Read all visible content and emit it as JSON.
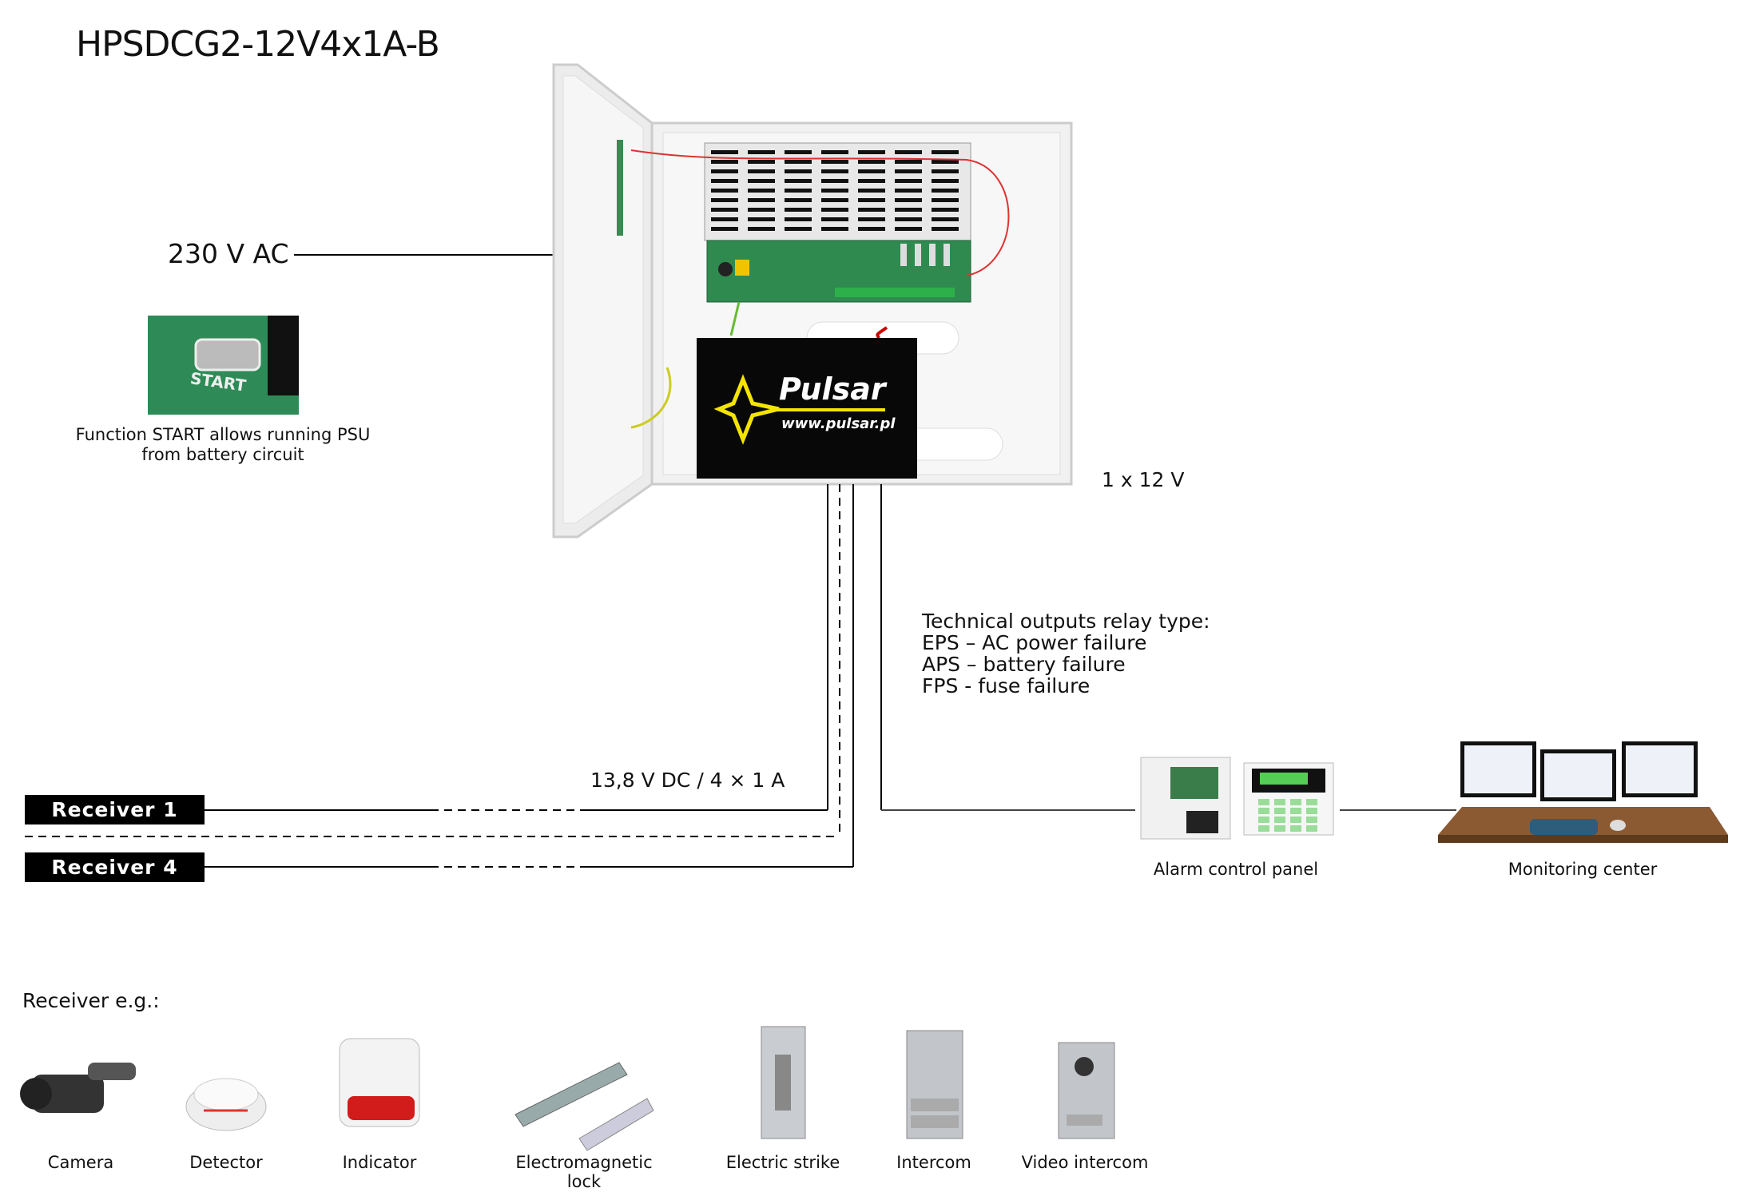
{
  "title": "HPSDCG2-12V4x1A-B",
  "input": {
    "label": "230 V AC"
  },
  "start_function": {
    "image_text": "START",
    "caption_line1": "Function START allows running PSU",
    "caption_line2": "from battery circuit"
  },
  "psu": {
    "brand": "Pulsar",
    "url": "www.pulsar.pl"
  },
  "battery": {
    "label": "1 x 12 V"
  },
  "outputs": {
    "label": "13,8 V DC / 4 × 1 A",
    "receivers": [
      "Receiver 1",
      "Receiver 4"
    ]
  },
  "technical_outputs": {
    "heading": "Technical outputs relay type:",
    "lines": [
      "EPS – AC power failure",
      "APS – battery failure",
      "FPS - fuse failure"
    ]
  },
  "alarm": {
    "label": "Alarm control panel"
  },
  "monitoring": {
    "label": "Monitoring center"
  },
  "receivers_examples": {
    "heading": "Receiver e.g.:",
    "items": [
      "Camera",
      "Detector",
      "Indicator",
      "Electromagnetic",
      "lock",
      "Electric strike",
      "Intercom",
      "Video intercom"
    ]
  },
  "colors": {
    "line": "#000000",
    "pcb": "#2f8a4f",
    "desk": "#8b5a32",
    "pulsar_yellow": "#f5e400"
  }
}
